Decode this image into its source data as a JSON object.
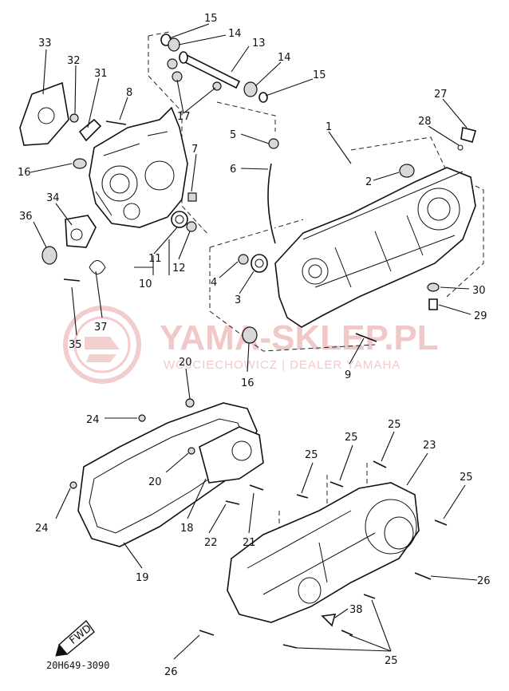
{
  "diagram": {
    "callouts": [
      {
        "id": "c15a",
        "text": "15"
      },
      {
        "id": "c14a",
        "text": "14"
      },
      {
        "id": "c13",
        "text": "13"
      },
      {
        "id": "c14b",
        "text": "14"
      },
      {
        "id": "c15b",
        "text": "15"
      },
      {
        "id": "c33",
        "text": "33"
      },
      {
        "id": "c32",
        "text": "32"
      },
      {
        "id": "c31",
        "text": "31"
      },
      {
        "id": "c8",
        "text": "8"
      },
      {
        "id": "c17",
        "text": "17"
      },
      {
        "id": "c27",
        "text": "27"
      },
      {
        "id": "c28",
        "text": "28"
      },
      {
        "id": "c5",
        "text": "5"
      },
      {
        "id": "c7",
        "text": "7"
      },
      {
        "id": "c1",
        "text": "1"
      },
      {
        "id": "c16a",
        "text": "16"
      },
      {
        "id": "c6",
        "text": "6"
      },
      {
        "id": "c2",
        "text": "2"
      },
      {
        "id": "c34",
        "text": "34"
      },
      {
        "id": "c36",
        "text": "36"
      },
      {
        "id": "c11",
        "text": "11"
      },
      {
        "id": "c12",
        "text": "12"
      },
      {
        "id": "c10",
        "text": "10"
      },
      {
        "id": "c4",
        "text": "4"
      },
      {
        "id": "c3",
        "text": "3"
      },
      {
        "id": "c30",
        "text": "30"
      },
      {
        "id": "c29",
        "text": "29"
      },
      {
        "id": "c37",
        "text": "37"
      },
      {
        "id": "c35",
        "text": "35"
      },
      {
        "id": "c9",
        "text": "9"
      },
      {
        "id": "c16b",
        "text": "16"
      },
      {
        "id": "c20a",
        "text": "20"
      },
      {
        "id": "c24a",
        "text": "24"
      },
      {
        "id": "c25a",
        "text": "25"
      },
      {
        "id": "c25b",
        "text": "25"
      },
      {
        "id": "c23",
        "text": "23"
      },
      {
        "id": "c25c",
        "text": "25"
      },
      {
        "id": "c25d",
        "text": "25"
      },
      {
        "id": "c20b",
        "text": "20"
      },
      {
        "id": "c24b",
        "text": "24"
      },
      {
        "id": "c18",
        "text": "18"
      },
      {
        "id": "c22",
        "text": "22"
      },
      {
        "id": "c21",
        "text": "21"
      },
      {
        "id": "c26a",
        "text": "26"
      },
      {
        "id": "c19",
        "text": "19"
      },
      {
        "id": "c38",
        "text": "38"
      },
      {
        "id": "c26b",
        "text": "26"
      },
      {
        "id": "c25e",
        "text": "25"
      }
    ],
    "fwd_label": "FWD",
    "drawing_code": "20H649-3090"
  },
  "watermark": {
    "title": "YAMA-SKLEP.PL",
    "subtitle": "WOJCIECHOWICZ | DEALER YAMAHA"
  }
}
